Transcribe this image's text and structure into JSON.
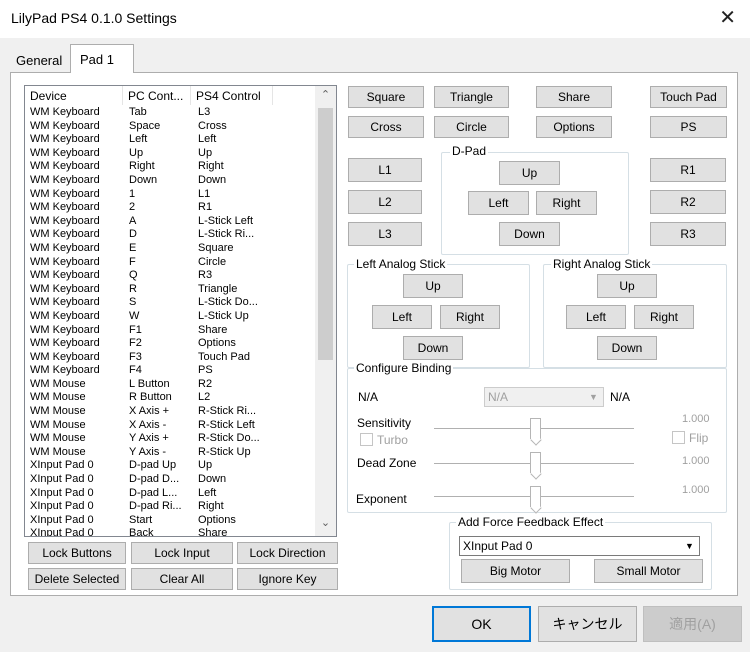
{
  "window": {
    "title": "LilyPad PS4 0.1.0 Settings"
  },
  "tabs": {
    "general": "General",
    "pad1": "Pad 1"
  },
  "list": {
    "headers": [
      "Device",
      "PC Cont...",
      "PS4 Control"
    ],
    "rows": [
      [
        "WM Keyboard",
        "Tab",
        "L3"
      ],
      [
        "WM Keyboard",
        "Space",
        "Cross"
      ],
      [
        "WM Keyboard",
        "Left",
        "Left"
      ],
      [
        "WM Keyboard",
        "Up",
        "Up"
      ],
      [
        "WM Keyboard",
        "Right",
        "Right"
      ],
      [
        "WM Keyboard",
        "Down",
        "Down"
      ],
      [
        "WM Keyboard",
        "1",
        "L1"
      ],
      [
        "WM Keyboard",
        "2",
        "R1"
      ],
      [
        "WM Keyboard",
        "A",
        "L-Stick Left"
      ],
      [
        "WM Keyboard",
        "D",
        "L-Stick Ri..."
      ],
      [
        "WM Keyboard",
        "E",
        "Square"
      ],
      [
        "WM Keyboard",
        "F",
        "Circle"
      ],
      [
        "WM Keyboard",
        "Q",
        "R3"
      ],
      [
        "WM Keyboard",
        "R",
        "Triangle"
      ],
      [
        "WM Keyboard",
        "S",
        "L-Stick Do..."
      ],
      [
        "WM Keyboard",
        "W",
        "L-Stick Up"
      ],
      [
        "WM Keyboard",
        "F1",
        "Share"
      ],
      [
        "WM Keyboard",
        "F2",
        "Options"
      ],
      [
        "WM Keyboard",
        "F3",
        "Touch Pad"
      ],
      [
        "WM Keyboard",
        "F4",
        "PS"
      ],
      [
        "WM Mouse",
        "L Button",
        "R2"
      ],
      [
        "WM Mouse",
        "R Button",
        "L2"
      ],
      [
        "WM Mouse",
        "X Axis +",
        "R-Stick Ri..."
      ],
      [
        "WM Mouse",
        "X Axis -",
        "R-Stick Left"
      ],
      [
        "WM Mouse",
        "Y Axis +",
        "R-Stick Do..."
      ],
      [
        "WM Mouse",
        "Y Axis -",
        "R-Stick Up"
      ],
      [
        "XInput Pad 0",
        "D-pad Up",
        "Up"
      ],
      [
        "XInput Pad 0",
        "D-pad D...",
        "Down"
      ],
      [
        "XInput Pad 0",
        "D-pad L...",
        "Left"
      ],
      [
        "XInput Pad 0",
        "D-pad Ri...",
        "Right"
      ],
      [
        "XInput Pad 0",
        "Start",
        "Options"
      ],
      [
        "XInput Pad 0",
        "Back",
        "Share"
      ]
    ]
  },
  "list_buttons": {
    "lock_buttons": "Lock Buttons",
    "lock_input": "Lock Input",
    "lock_direction": "Lock Direction",
    "delete_selected": "Delete Selected",
    "clear_all": "Clear All",
    "ignore_key": "Ignore Key"
  },
  "face_buttons": {
    "square": "Square",
    "triangle": "Triangle",
    "share": "Share",
    "touch_pad": "Touch Pad",
    "cross": "Cross",
    "circle": "Circle",
    "options": "Options",
    "ps": "PS",
    "l1": "L1",
    "l2": "L2",
    "l3": "L3",
    "r1": "R1",
    "r2": "R2",
    "r3": "R3"
  },
  "dpad": {
    "label": "D-Pad",
    "up": "Up",
    "left": "Left",
    "right": "Right",
    "down": "Down"
  },
  "left_stick": {
    "label": "Left Analog Stick",
    "up": "Up",
    "left": "Left",
    "right": "Right",
    "down": "Down"
  },
  "right_stick": {
    "label": "Right Analog Stick",
    "up": "Up",
    "left": "Left",
    "right": "Right",
    "down": "Down"
  },
  "binding": {
    "label": "Configure Binding",
    "na_left": "N/A",
    "combo_value": "N/A",
    "na_right": "N/A",
    "sensitivity_label": "Sensitivity",
    "sensitivity_value": "1.000",
    "turbo_label": "Turbo",
    "flip_label": "Flip",
    "dead_zone_label": "Dead Zone",
    "dead_zone_value": "1.000",
    "exponent_label": "Exponent",
    "exponent_value": "1.000"
  },
  "force_feedback": {
    "label": "Add Force Feedback Effect",
    "device_value": "XInput Pad 0",
    "big_motor": "Big Motor",
    "small_motor": "Small Motor"
  },
  "dialog": {
    "ok": "OK",
    "cancel": "キャンセル",
    "apply": "適用(A)"
  }
}
